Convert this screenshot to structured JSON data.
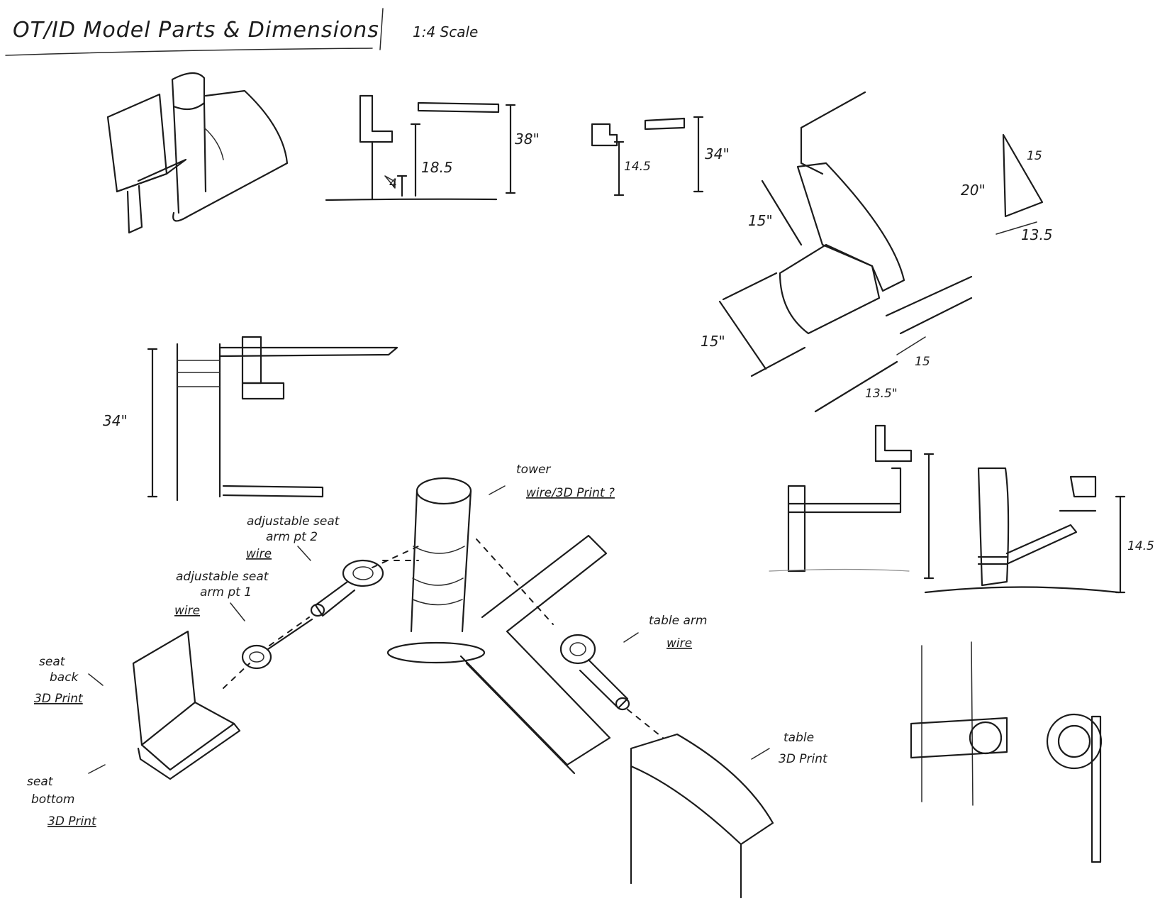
{
  "header": {
    "title": "OT/ID   Model Parts & Dimensions",
    "scale": "1:4 Scale"
  },
  "dimensions": {
    "side_view_height": "38\"",
    "seat_height": "18.5",
    "footrest_height": "4",
    "table_view_height": "34\"",
    "table_view_seat": "14.5",
    "chair_back": "15\"",
    "chair_seat_depth": "15\"",
    "chair_base": "13.5\"",
    "chair_base_offset": "15",
    "triangle_height": "20\"",
    "triangle_hyp": "15",
    "triangle_base": "13.5",
    "front_view_height": "34\"",
    "arm_view_height": "14.5"
  },
  "labels": {
    "tower": "tower",
    "tower_material": "wire/3D Print ?",
    "seat_arm_2_line1": "adjustable seat",
    "seat_arm_2_line2": "arm pt 2",
    "seat_arm_2_material": "wire",
    "seat_arm_1_line1": "adjustable seat",
    "seat_arm_1_line2": "arm pt 1",
    "seat_arm_1_material": "wire",
    "seat_back_line1": "seat",
    "seat_back_line2": "back",
    "seat_back_material": "3D Print",
    "seat_bottom_line1": "seat",
    "seat_bottom_line2": "bottom",
    "seat_bottom_material": "3D Print",
    "table_arm": "table arm",
    "table_arm_material": "wire",
    "table": "table",
    "table_material": "3D Print"
  }
}
